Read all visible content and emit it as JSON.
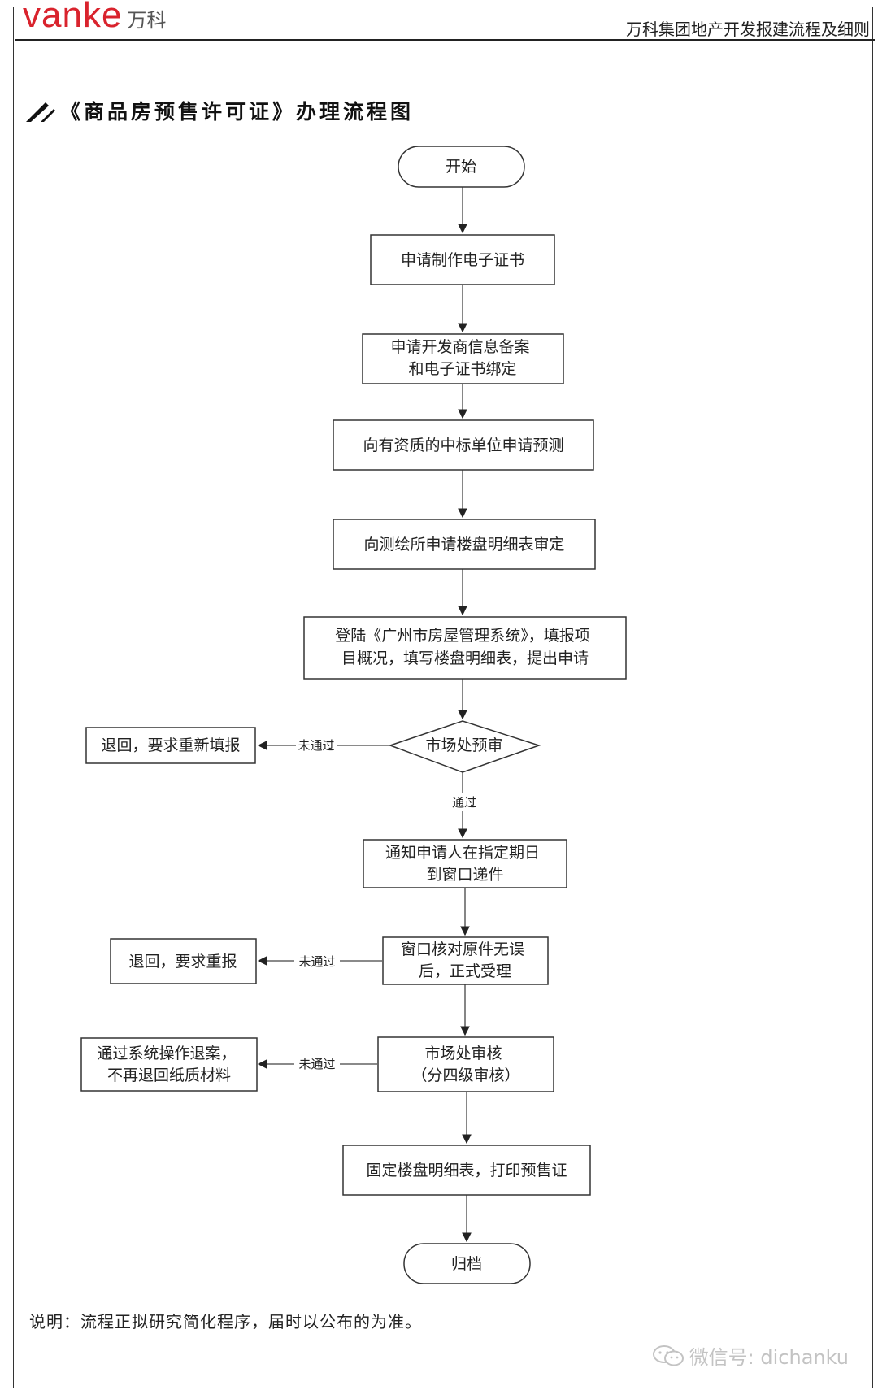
{
  "header": {
    "logo_text": "vanke",
    "logo_cn": "万科",
    "title": "万科集团地产开发报建流程及细则"
  },
  "section": {
    "title": "《商品房预售许可证》办理流程图"
  },
  "flow": {
    "start": "开始",
    "steps": [
      "申请制作电子证书",
      "申请开发商信息备案\n和电子证书绑定",
      "向有资质的中标单位申请预测",
      "向测绘所申请楼盘明细表审定",
      "登陆《广州市房屋管理系统》，填报项\n目概况，填写楼盘明细表，提出申请"
    ],
    "decision": "市场处预审",
    "decision_pass_label": "通过",
    "decision_fail_label": "未通过",
    "decision_fail_target": "退回，要求重新填报",
    "notify": "通知申请人在指定期日\n到窗口递件",
    "window_check": "窗口核对原件无误\n后，正式受理",
    "window_fail_label": "未通过",
    "window_fail_target": "退回，要求重报",
    "market_review": "市场处审核\n（分四级审核）",
    "market_fail_label": "未通过",
    "market_fail_target": "通过系统操作退案，\n不再退回纸质材料",
    "finalize": "固定楼盘明细表，打印预售证",
    "end": "归档"
  },
  "note": "说明：流程正拟研究简化程序，届时以公布的为准。",
  "watermark": "微信号: dichanku",
  "colors": {
    "brand": "#d9232d",
    "line": "#333333"
  }
}
